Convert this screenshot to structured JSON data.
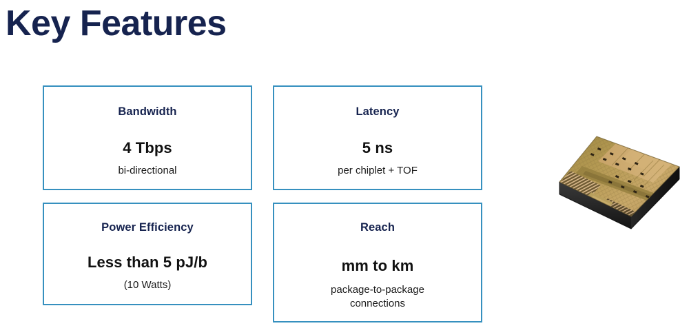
{
  "page": {
    "title": "Key Features",
    "background_color": "#ffffff",
    "title_color": "#16234f",
    "card_border_color": "#3690bf"
  },
  "cards": [
    {
      "id": "bandwidth",
      "heading": "Bandwidth",
      "value": "4 Tbps",
      "note_line1": "bi-directional",
      "note_line2": ""
    },
    {
      "id": "latency",
      "heading": "Latency",
      "value": "5 ns",
      "note_line1": "per chiplet + TOF",
      "note_line2": ""
    },
    {
      "id": "power-efficiency",
      "heading": "Power Efficiency",
      "value": "Less than 5 pJ/b",
      "note_line1": "(10 Watts)",
      "note_line2": ""
    },
    {
      "id": "reach",
      "heading": "Reach",
      "value": "mm to km",
      "note_line1": "package-to-package",
      "note_line2": "connections"
    }
  ],
  "illustration": {
    "name": "semiconductor-chiplet-die",
    "top_surface_color": "#b89a4e",
    "secondary_surface_color": "#c9a464",
    "substrate_color": "#2b2b2b",
    "edge_color": "#1a1a1a"
  }
}
